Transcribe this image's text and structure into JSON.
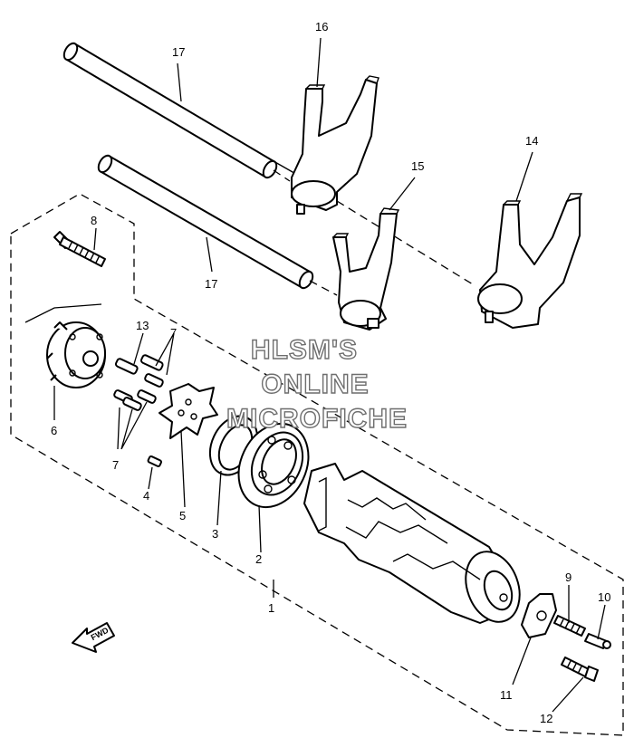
{
  "watermark": {
    "line1": "HLSM'S",
    "line2": "ONLINE",
    "line3": "MICROFICHE"
  },
  "direction_arrow": {
    "label": "FWD"
  },
  "callouts": {
    "c1": "1",
    "c2": "2",
    "c3": "3",
    "c4": "4",
    "c5": "5",
    "c6": "6",
    "c7a": "7",
    "c7b": "7",
    "c8": "8",
    "c9": "9",
    "c10": "10",
    "c11": "11",
    "c12": "12",
    "c13": "13",
    "c14": "14",
    "c15": "15",
    "c16": "16",
    "c17a": "17",
    "c17b": "17"
  },
  "colors": {
    "ink": "#000000",
    "watermark_outline": "#6e6e6e",
    "paper": "#ffffff"
  }
}
